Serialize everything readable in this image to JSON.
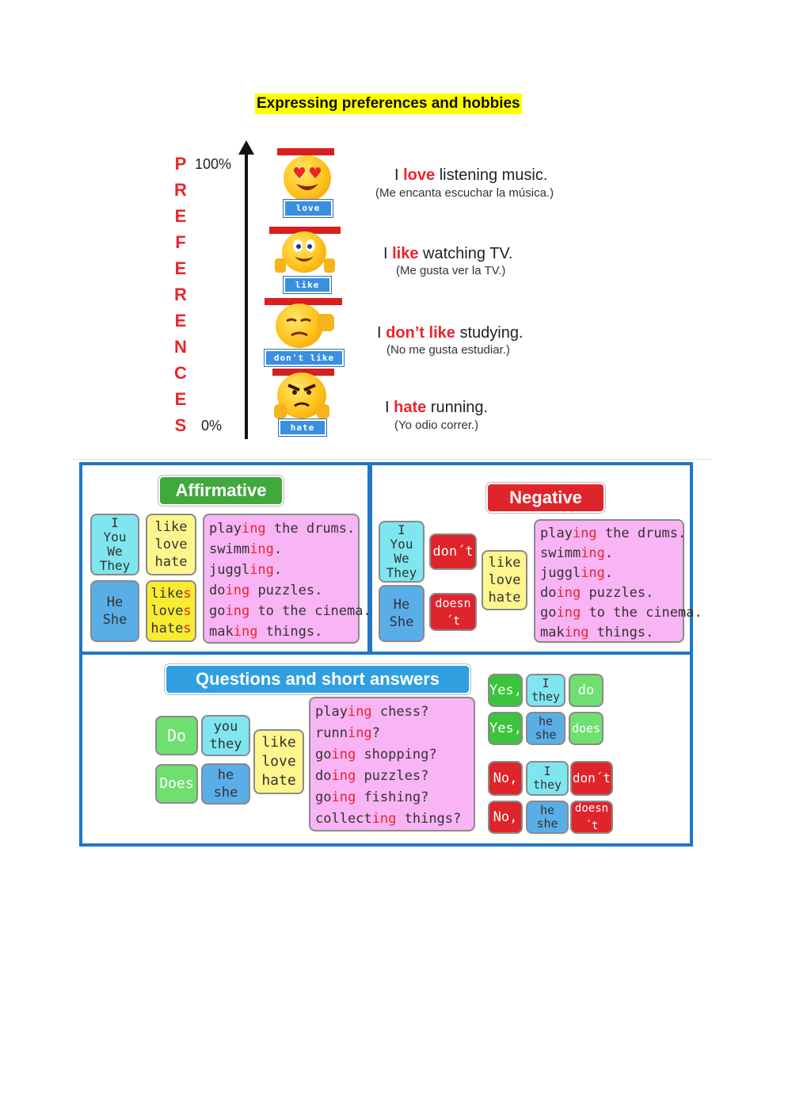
{
  "title": "Expressing preferences and hobbies",
  "scale": {
    "letters": [
      "P",
      "R",
      "E",
      "F",
      "E",
      "R",
      "E",
      "N",
      "C",
      "E",
      "S"
    ],
    "top_label": "100%",
    "bottom_label": "0%"
  },
  "rows": [
    {
      "tag": "love",
      "pre": "I ",
      "kw": "love",
      "post": " listening music.",
      "trans": "(Me encanta escuchar la música.)"
    },
    {
      "tag": "like",
      "pre": "I ",
      "kw": "like",
      "post": " watching TV.",
      "trans": "(Me gusta ver la TV.)"
    },
    {
      "tag": "don't like",
      "pre": "I ",
      "kw": "don’t like",
      "post": " studying.",
      "trans": "(No me gusta estudiar.)"
    },
    {
      "tag": "hate",
      "pre": "I ",
      "kw": "hate",
      "post": " running.",
      "trans": "(Yo odio correr.)"
    }
  ],
  "affirmative": {
    "header": "Affirmative",
    "pronouns_plural": [
      "I",
      "You",
      "We",
      "They"
    ],
    "pronouns_singular": [
      "He",
      "She"
    ],
    "verbs_base": [
      "like",
      "love",
      "hate"
    ],
    "verbs_s": [
      {
        "base": "like",
        "s": "s"
      },
      {
        "base": "love",
        "s": "s"
      },
      {
        "base": "hate",
        "s": "s"
      }
    ],
    "activities": [
      {
        "a": "play",
        "ing": "ing",
        "b": " the drums."
      },
      {
        "a": "swimm",
        "ing": "ing",
        "b": "."
      },
      {
        "a": "juggl",
        "ing": "ing",
        "b": "."
      },
      {
        "a": "do",
        "ing": "ing",
        "b": " puzzles."
      },
      {
        "a": "go",
        "ing": "ing",
        "b": " to the cinema."
      },
      {
        "a": "mak",
        "ing": "ing",
        "b": " things."
      }
    ]
  },
  "negative": {
    "header": "Negative",
    "pronouns_plural": [
      "I",
      "You",
      "We",
      "They"
    ],
    "pronouns_singular": [
      "He",
      "She"
    ],
    "aux_plural": "don´t",
    "aux_singular": "doesn´t",
    "verbs": [
      "like",
      "love",
      "hate"
    ],
    "activities": [
      {
        "a": "play",
        "ing": "ing",
        "b": " the drums."
      },
      {
        "a": "swimm",
        "ing": "ing",
        "b": "."
      },
      {
        "a": "juggl",
        "ing": "ing",
        "b": "."
      },
      {
        "a": "do",
        "ing": "ing",
        "b": " puzzles."
      },
      {
        "a": "go",
        "ing": "ing",
        "b": " to the cinema."
      },
      {
        "a": "mak",
        "ing": "ing",
        "b": " things."
      }
    ]
  },
  "questions": {
    "header": "Questions and short answers",
    "aux_do": "Do",
    "aux_does": "Does",
    "pron_plural": [
      "you",
      "they"
    ],
    "pron_singular": [
      "he",
      "she"
    ],
    "verbs": [
      "like",
      "love",
      "hate"
    ],
    "activities": [
      {
        "a": "play",
        "ing": "ing",
        "b": " chess?"
      },
      {
        "a": "runn",
        "ing": "ing",
        "b": "?"
      },
      {
        "a": "go",
        "ing": "ing",
        "b": " shopping?"
      },
      {
        "a": "do",
        "ing": "ing",
        "b": " puzzles?"
      },
      {
        "a": "go",
        "ing": "ing",
        "b": " fishing?"
      },
      {
        "a": "collect",
        "ing": "ing",
        "b": " things?"
      }
    ],
    "answers": {
      "yes": "Yes,",
      "no": "No,",
      "pron1": [
        "I",
        "they"
      ],
      "pron2": [
        "he",
        "she"
      ],
      "do": "do",
      "does": "does",
      "dont": "don´t",
      "doesnt": "doesn´t"
    }
  }
}
